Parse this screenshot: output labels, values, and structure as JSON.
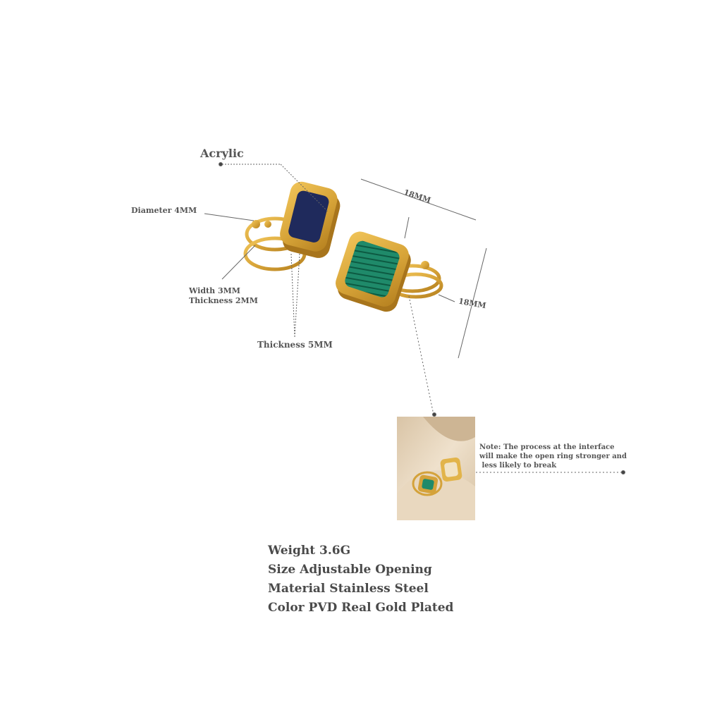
{
  "labels": {
    "acrylic": "Acrylic",
    "diameter": "Diameter 4MM",
    "width": "Width 3MM",
    "thickness_band": "Thickness 2MM",
    "thickness_face": "Thickness 5MM",
    "size_top": "18MM",
    "size_side": "18MM"
  },
  "note": {
    "line1": "Note: The process at the interface",
    "line2": "will make the open ring stronger and",
    "line3": " less likely to break"
  },
  "specs": {
    "weight": "Weight 3.6G",
    "size": "Size Adjustable Opening",
    "material": "Material Stainless Steel",
    "color": "Color PVD Real Gold Plated"
  },
  "colors": {
    "gold": "#d9a63a",
    "gold_dark": "#b5801f",
    "navy": "#1f2a5c",
    "malachite": "#1f8a6a",
    "malachite_dark": "#0d5a42",
    "text": "#555555",
    "photo_bg": "#e7d6bf"
  }
}
